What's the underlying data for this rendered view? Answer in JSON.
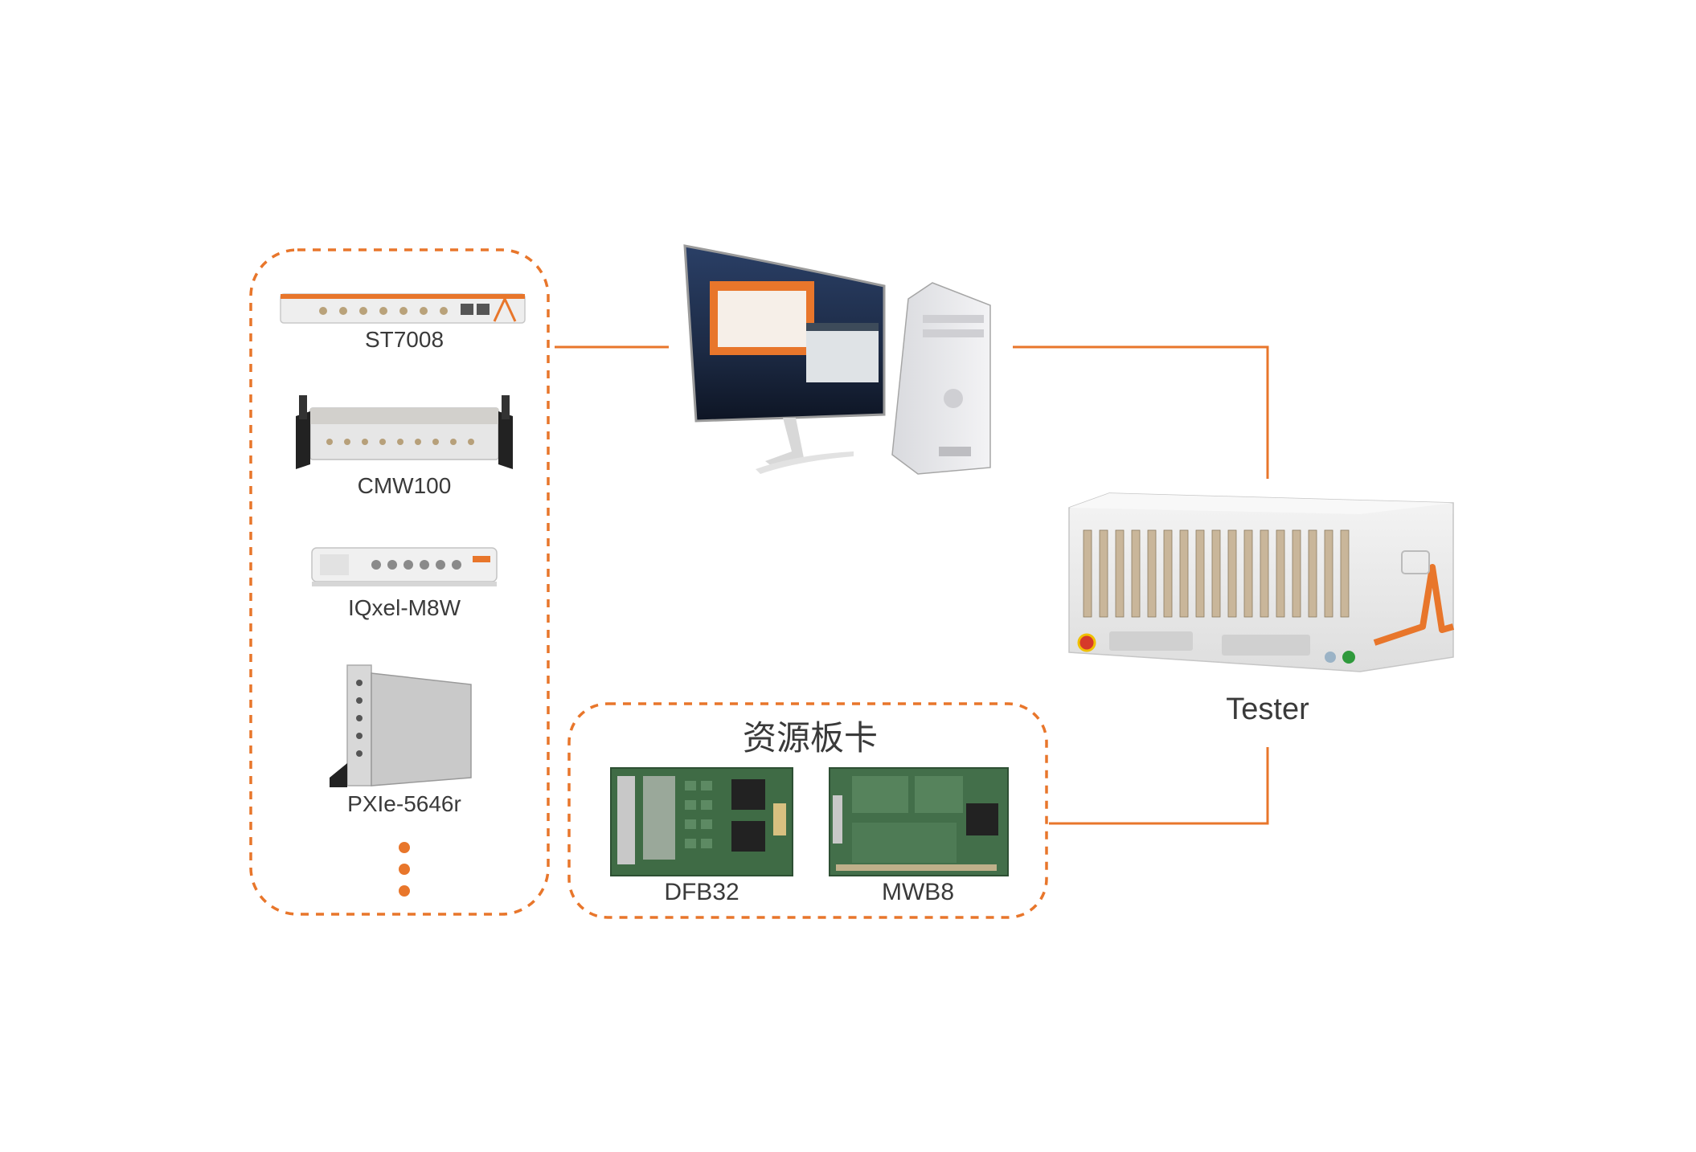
{
  "colors": {
    "accent": "#e8762b",
    "connector": "#e8762b",
    "label_text": "#3a3a3a",
    "device_body": "#e9e9e9",
    "pcb_green": "#3f6b45"
  },
  "instruments": {
    "items": [
      {
        "label": "ST7008"
      },
      {
        "label": "CMW100"
      },
      {
        "label": "IQxel-M8W"
      },
      {
        "label": "PXIe-5646r"
      }
    ],
    "more_indicator": "ellipsis-dots"
  },
  "resource_boards": {
    "title": "资源板卡",
    "items": [
      {
        "label": "DFB32"
      },
      {
        "label": "MWB8"
      }
    ]
  },
  "host_pc": {
    "icon": "desktop-computer-icon"
  },
  "tester": {
    "label": "Tester"
  }
}
